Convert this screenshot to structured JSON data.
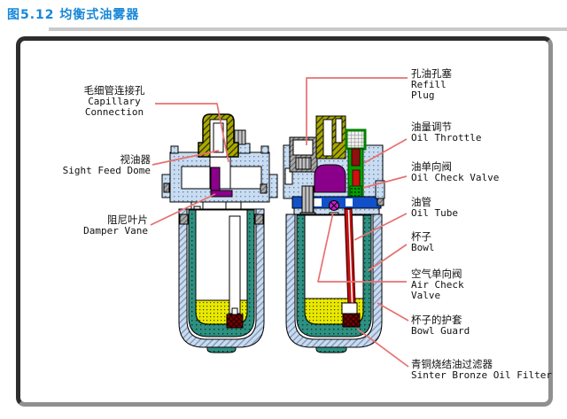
{
  "figure": {
    "title": "图5.12  均衡式油雾器",
    "subject": "balanced oil mist lubricator cutaway"
  },
  "diagram": {
    "labels_left": [
      {
        "name": "capillary-connection",
        "lines": [
          "毛细管连接孔",
          "Capillary",
          "Connection"
        ]
      },
      {
        "name": "sight-feed-dome",
        "lines": [
          "视油器",
          "Sight Feed Dome"
        ]
      },
      {
        "name": "damper-vane",
        "lines": [
          "阻尼叶片",
          "Damper Vane"
        ]
      }
    ],
    "labels_right": [
      {
        "name": "refill-plug",
        "lines": [
          "孔油孔塞",
          "Refill",
          "Plug"
        ]
      },
      {
        "name": "oil-throttle",
        "lines": [
          "油量调节",
          "Oil Throttle"
        ]
      },
      {
        "name": "oil-check-valve",
        "lines": [
          "油单向阀",
          "Oil Check Valve"
        ]
      },
      {
        "name": "oil-tube",
        "lines": [
          "油管",
          "Oil Tube"
        ]
      },
      {
        "name": "bowl",
        "lines": [
          "杯子",
          "Bowl"
        ]
      },
      {
        "name": "air-check-valve",
        "lines": [
          "空气单向阀",
          "Air Check",
          "Valve"
        ]
      },
      {
        "name": "bowl-guard",
        "lines": [
          "杯子的护套",
          "Bowl Guard"
        ]
      },
      {
        "name": "sinter-bronze-oil-filter",
        "lines": [
          "青铜烧结油过滤器",
          "Sinter Bronze Oil Filter"
        ]
      }
    ],
    "colors": {
      "title_blue": "#1787D8",
      "callout_red": "#E87070",
      "body_stipple_blue": "#C9DCF0",
      "bowl_teal": "#2E9080",
      "oil_yellow": "#E8E800",
      "dome_olive": "#A9A900",
      "damper_purple": "#8B008B",
      "valve_green": "#00A000",
      "filter_dark_red": "#780000",
      "port_strip_blue": "#1150C8"
    }
  }
}
